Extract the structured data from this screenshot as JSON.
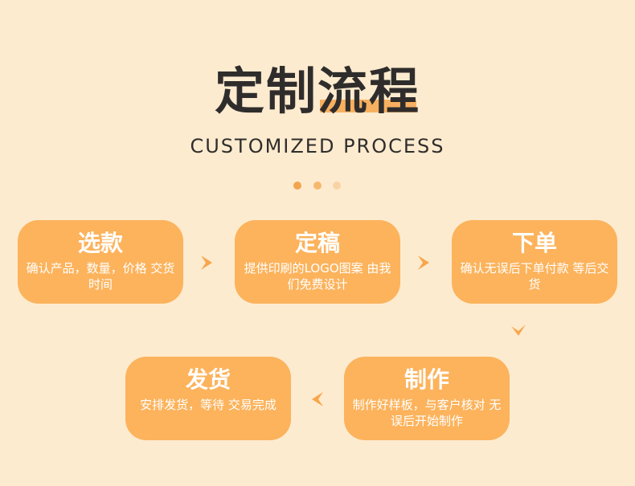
{
  "header": {
    "title": "定制流程",
    "subtitle": "CUSTOMIZED PROCESS"
  },
  "steps": [
    {
      "title": "选款",
      "desc": "确认产品，数量，价格 交货时间"
    },
    {
      "title": "定稿",
      "desc": "提供印刷的LOGO图案 由我们免费设计"
    },
    {
      "title": "下单",
      "desc": "确认无误后下单付款 等后交货"
    },
    {
      "title": "制作",
      "desc": "制作好样板，与客户核对 无误后开始制作"
    },
    {
      "title": "发货",
      "desc": "安排发货，等待 交易完成"
    }
  ],
  "colors": {
    "background": "#fdebcf",
    "card": "#fcb35c",
    "arrow": "#f8a64c",
    "title_text": "#2f2d2c"
  }
}
